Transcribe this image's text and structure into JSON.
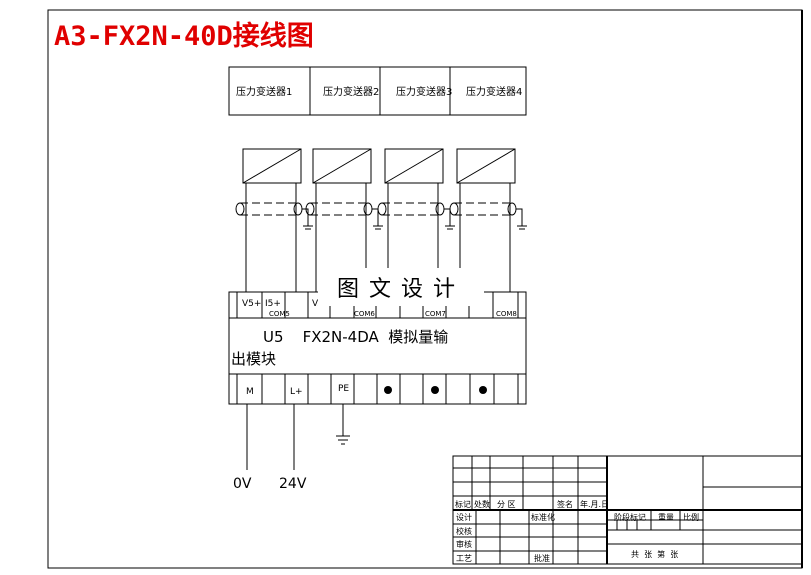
{
  "title": "A3-FX2N-40D接线图",
  "transmitters": [
    "压力变送器1",
    "压力变送器2",
    "压力变送器3",
    "压力变送器4"
  ],
  "module": {
    "top_terminals": [
      "V5+",
      "I5+",
      "COM5",
      "V...",
      "COM6",
      "COM7",
      "COM8"
    ],
    "name_line1": "U5    FX2N-4DA  模拟量输",
    "name_line2": "出模块",
    "bottom_terminals": [
      "M",
      "L+",
      "PE"
    ]
  },
  "supply": {
    "zero": "0V",
    "plus": "24V"
  },
  "watermark": "图文设计",
  "title_block": {
    "row_a": [
      "标记",
      "处数",
      "分 区",
      "",
      "签名",
      "年.月.日"
    ],
    "rows_left": [
      "设计",
      "校核",
      "审核",
      "工艺"
    ],
    "std": "标准化",
    "approve": "批准",
    "stage": "阶段标记",
    "weight": "重量",
    "scale": "比例",
    "sheets": "共  张  第  张"
  }
}
